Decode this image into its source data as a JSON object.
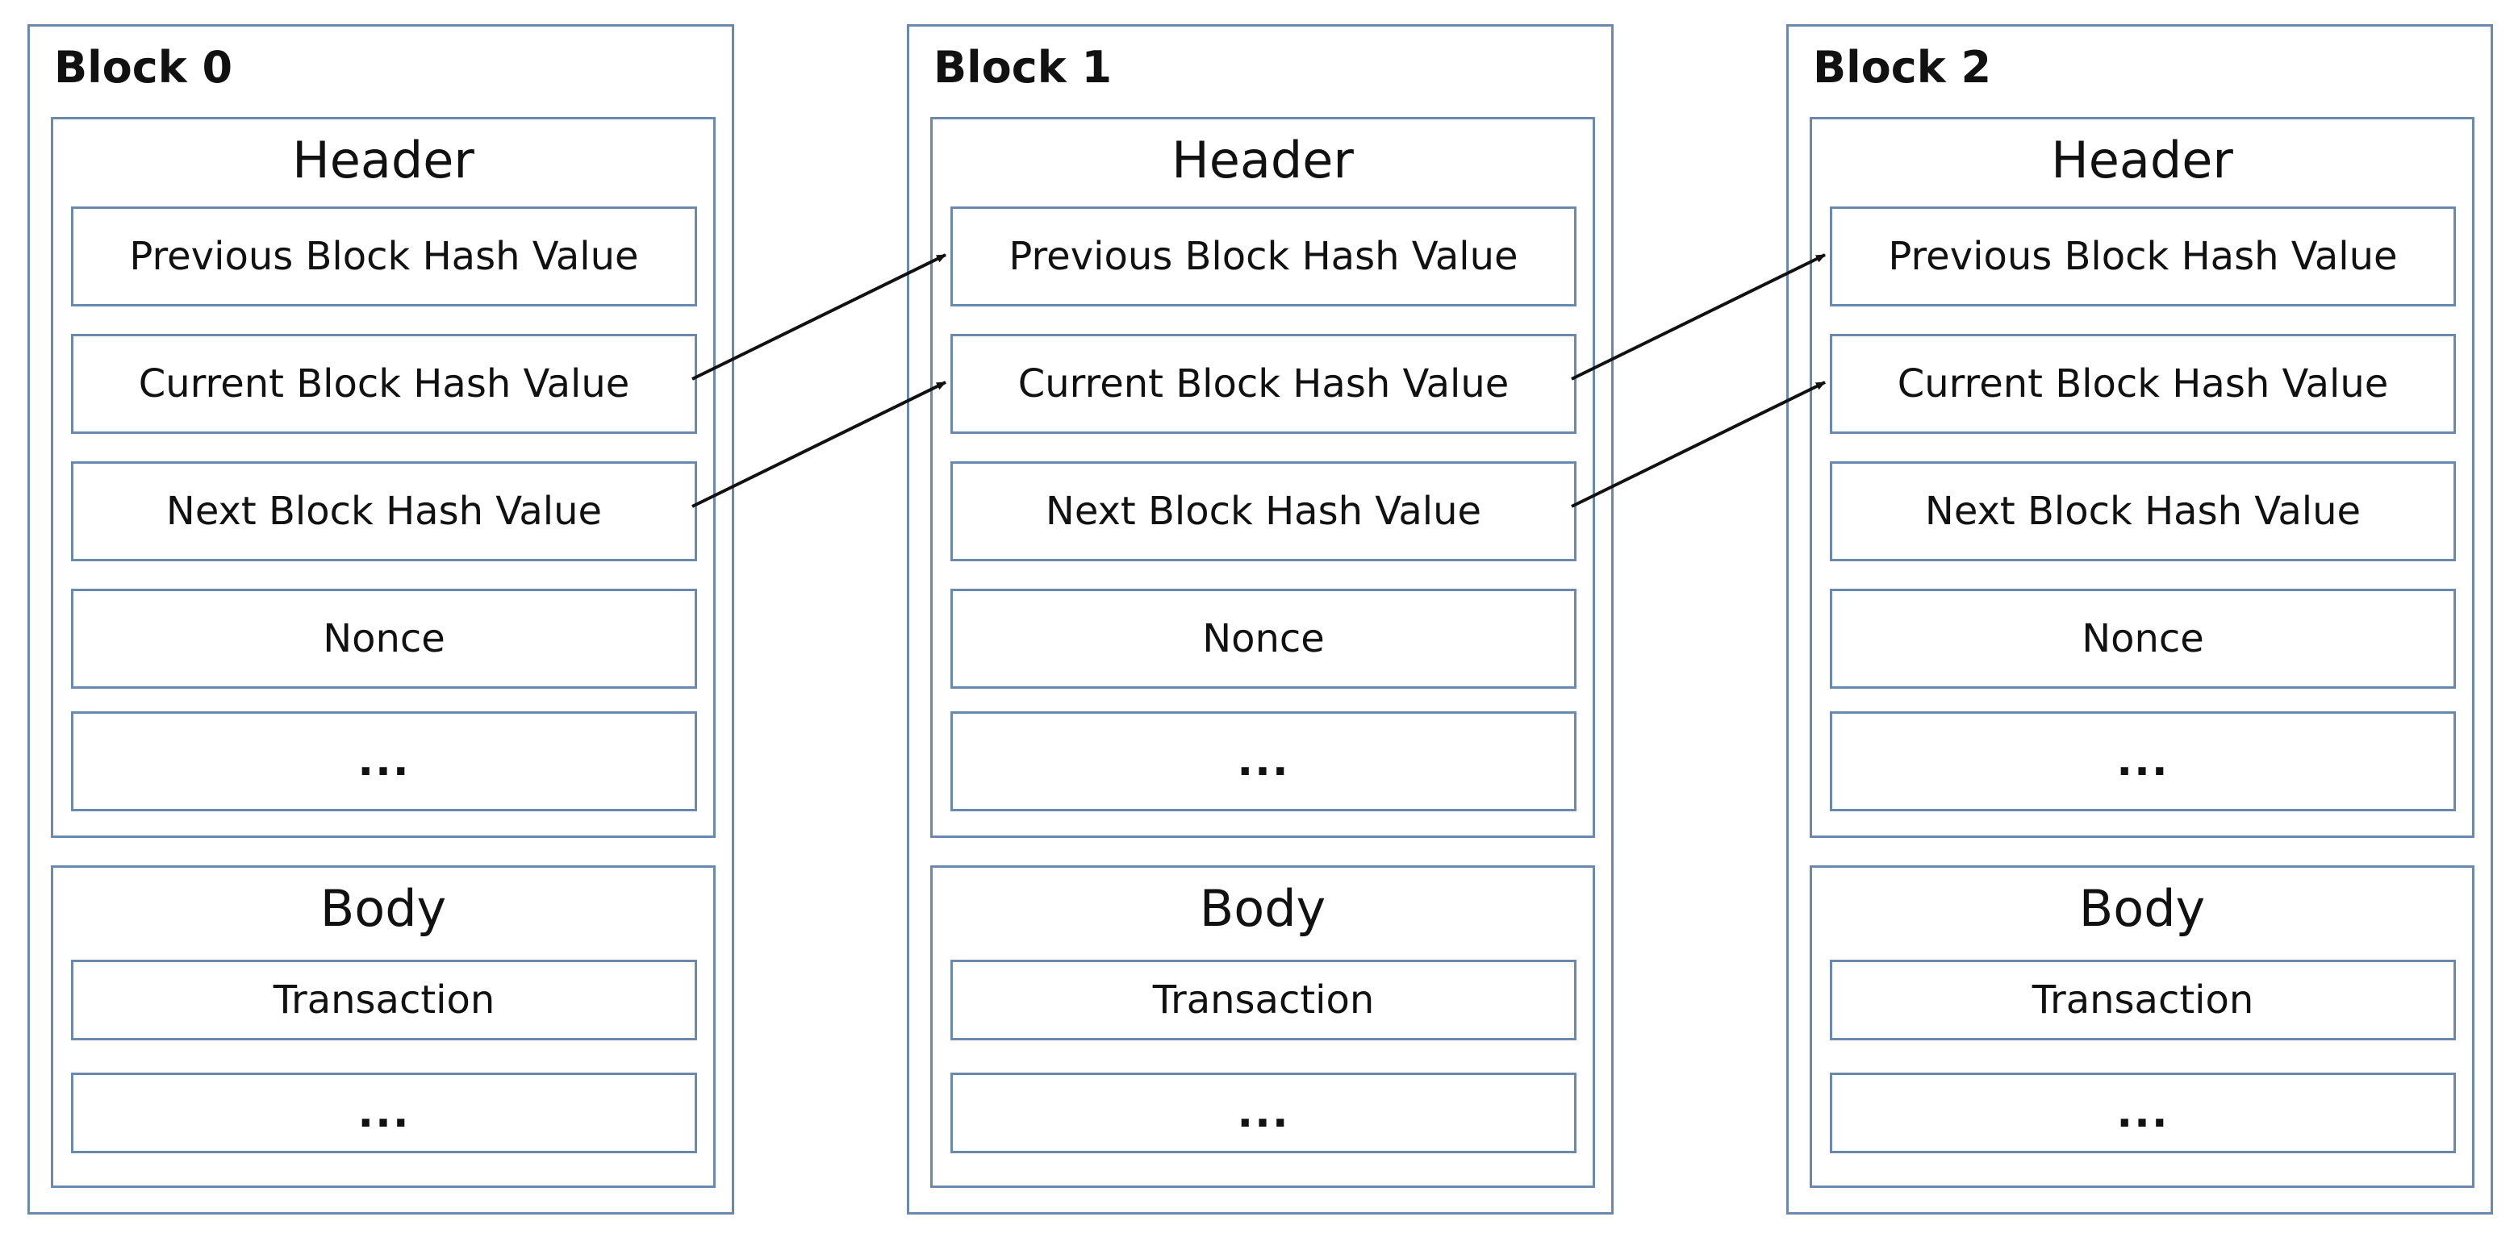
{
  "blocks": [
    {
      "title": "Block 0",
      "header": {
        "title": "Header",
        "fields": [
          "Previous Block Hash Value",
          "Current Block Hash Value",
          "Next Block Hash Value",
          "Nonce",
          "..."
        ]
      },
      "body": {
        "title": "Body",
        "fields": [
          "Transaction",
          "..."
        ]
      }
    },
    {
      "title": "Block 1",
      "header": {
        "title": "Header",
        "fields": [
          "Previous Block Hash Value",
          "Current Block Hash Value",
          "Next Block Hash Value",
          "Nonce",
          "..."
        ]
      },
      "body": {
        "title": "Body",
        "fields": [
          "Transaction",
          "..."
        ]
      }
    },
    {
      "title": "Block 2",
      "header": {
        "title": "Header",
        "fields": [
          "Previous Block Hash Value",
          "Current Block Hash Value",
          "Next Block Hash Value",
          "Nonce",
          "..."
        ]
      },
      "body": {
        "title": "Body",
        "fields": [
          "Transaction",
          "..."
        ]
      }
    }
  ],
  "colors": {
    "border": "#6b89ad",
    "arrow": "#111111",
    "text": "#111111"
  }
}
